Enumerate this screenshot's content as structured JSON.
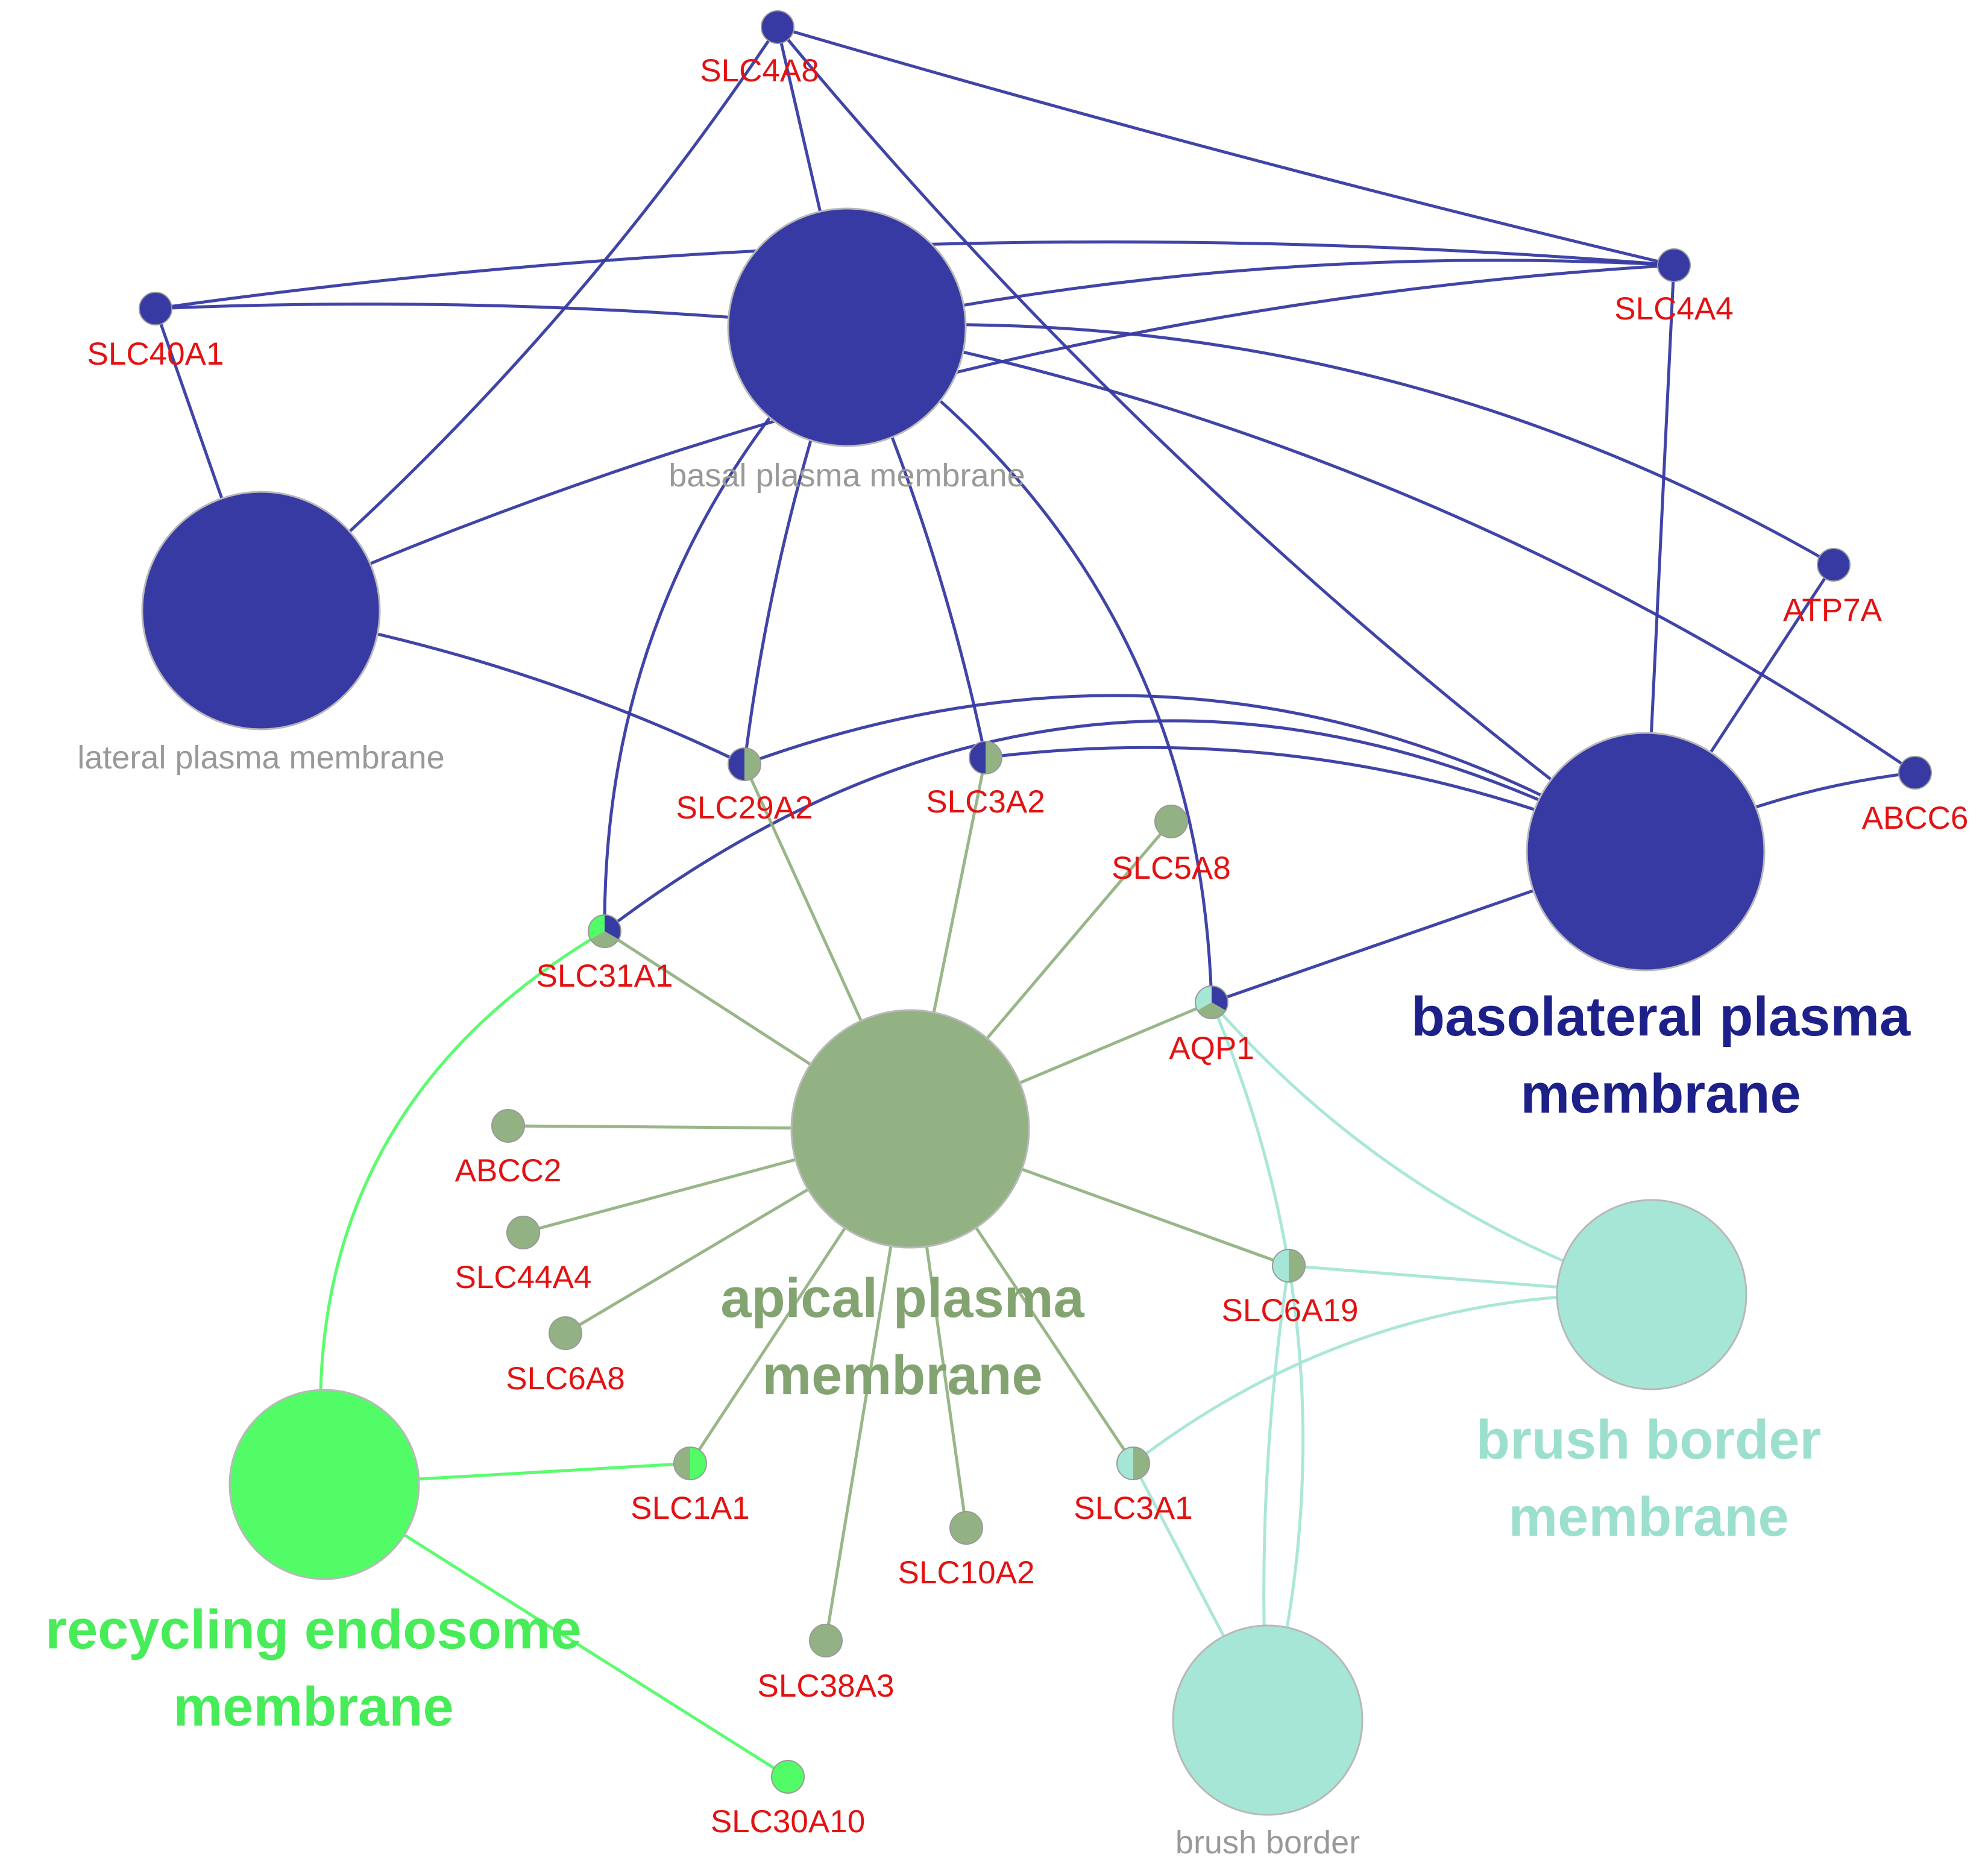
{
  "colors": {
    "basolateral": "#373AA2",
    "apical": "#93B283",
    "brush": "#A6E6D6",
    "recycling": "#52FC66",
    "gene_label": "#E31212",
    "small_term_label": "#999999",
    "label_basolateral": "#1D2088",
    "label_apical": "#83A471",
    "label_brush": "#9CDFCE",
    "label_recycling": "#48EC58"
  },
  "terms": [
    {
      "id": "basal",
      "label": "basal plasma membrane",
      "lines": [
        "basal plasma membrane"
      ],
      "group": "basolateral",
      "style": "small"
    },
    {
      "id": "lateral",
      "label": "lateral plasma membrane",
      "lines": [
        "lateral plasma membrane"
      ],
      "group": "basolateral",
      "style": "small"
    },
    {
      "id": "basolateral",
      "label": "basolateral plasma membrane",
      "lines": [
        "basolateral plasma",
        "membrane"
      ],
      "group": "basolateral",
      "style": "big"
    },
    {
      "id": "apical",
      "label": "apical plasma membrane",
      "lines": [
        "apical plasma",
        "membrane"
      ],
      "group": "apical",
      "style": "big"
    },
    {
      "id": "brushmem",
      "label": "brush border membrane",
      "lines": [
        "brush border",
        "membrane"
      ],
      "group": "brush",
      "style": "big"
    },
    {
      "id": "brush",
      "label": "brush border",
      "lines": [
        "brush border"
      ],
      "group": "brush",
      "style": "small"
    },
    {
      "id": "recycling",
      "label": "recycling endosome membrane",
      "lines": [
        "recycling endosome",
        "membrane"
      ],
      "group": "recycling",
      "style": "big"
    }
  ],
  "genes": [
    {
      "id": "SLC4A8",
      "label": "SLC4A8",
      "groups": [
        "basolateral"
      ]
    },
    {
      "id": "SLC40A1",
      "label": "SLC40A1",
      "groups": [
        "basolateral"
      ]
    },
    {
      "id": "SLC4A4",
      "label": "SLC4A4",
      "groups": [
        "basolateral"
      ]
    },
    {
      "id": "ATP7A",
      "label": "ATP7A",
      "groups": [
        "basolateral"
      ]
    },
    {
      "id": "ABCC6",
      "label": "ABCC6",
      "groups": [
        "basolateral"
      ]
    },
    {
      "id": "SLC29A2",
      "label": "SLC29A2",
      "groups": [
        "basolateral",
        "apical"
      ]
    },
    {
      "id": "SLC3A2",
      "label": "SLC3A2",
      "groups": [
        "basolateral",
        "apical"
      ]
    },
    {
      "id": "SLC5A8",
      "label": "SLC5A8",
      "groups": [
        "apical"
      ]
    },
    {
      "id": "SLC31A1",
      "label": "SLC31A1",
      "groups": [
        "basolateral",
        "apical",
        "recycling"
      ]
    },
    {
      "id": "AQP1",
      "label": "AQP1",
      "groups": [
        "basolateral",
        "apical",
        "brush"
      ]
    },
    {
      "id": "ABCC2",
      "label": "ABCC2",
      "groups": [
        "apical"
      ]
    },
    {
      "id": "SLC44A4",
      "label": "SLC44A4",
      "groups": [
        "apical"
      ]
    },
    {
      "id": "SLC6A8",
      "label": "SLC6A8",
      "groups": [
        "apical"
      ]
    },
    {
      "id": "SLC6A19",
      "label": "SLC6A19",
      "groups": [
        "brush",
        "apical"
      ]
    },
    {
      "id": "SLC1A1",
      "label": "SLC1A1",
      "groups": [
        "apical",
        "recycling"
      ]
    },
    {
      "id": "SLC10A2",
      "label": "SLC10A2",
      "groups": [
        "apical"
      ]
    },
    {
      "id": "SLC3A1",
      "label": "SLC3A1",
      "groups": [
        "brush",
        "apical"
      ]
    },
    {
      "id": "SLC38A3",
      "label": "SLC38A3",
      "groups": [
        "apical"
      ]
    },
    {
      "id": "SLC30A10",
      "label": "SLC30A10",
      "groups": [
        "recycling"
      ]
    }
  ],
  "edges": [
    {
      "from": "SLC4A8",
      "to": "basal",
      "group": "basolateral"
    },
    {
      "from": "SLC4A8",
      "to": "lateral",
      "group": "basolateral"
    },
    {
      "from": "SLC4A8",
      "to": "basolateral",
      "group": "basolateral"
    },
    {
      "from": "SLC4A8",
      "to": "SLC4A4",
      "group": "basolateral"
    },
    {
      "from": "SLC40A1",
      "to": "basal",
      "group": "basolateral"
    },
    {
      "from": "SLC40A1",
      "to": "lateral",
      "group": "basolateral"
    },
    {
      "from": "SLC40A1",
      "to": "SLC4A4",
      "group": "basolateral"
    },
    {
      "from": "SLC4A4",
      "to": "basal",
      "group": "basolateral"
    },
    {
      "from": "SLC4A4",
      "to": "lateral",
      "group": "basolateral"
    },
    {
      "from": "SLC4A4",
      "to": "basolateral",
      "group": "basolateral"
    },
    {
      "from": "ATP7A",
      "to": "basal",
      "group": "basolateral"
    },
    {
      "from": "ATP7A",
      "to": "basolateral",
      "group": "basolateral"
    },
    {
      "from": "ABCC6",
      "to": "basal",
      "group": "basolateral"
    },
    {
      "from": "ABCC6",
      "to": "basolateral",
      "group": "basolateral"
    },
    {
      "from": "SLC29A2",
      "to": "basal",
      "group": "basolateral"
    },
    {
      "from": "SLC29A2",
      "to": "lateral",
      "group": "basolateral"
    },
    {
      "from": "SLC29A2",
      "to": "basolateral",
      "group": "basolateral"
    },
    {
      "from": "SLC3A2",
      "to": "basal",
      "group": "basolateral"
    },
    {
      "from": "SLC3A2",
      "to": "basolateral",
      "group": "basolateral"
    },
    {
      "from": "SLC31A1",
      "to": "basal",
      "group": "basolateral"
    },
    {
      "from": "SLC31A1",
      "to": "basolateral",
      "group": "basolateral"
    },
    {
      "from": "AQP1",
      "to": "basal",
      "group": "basolateral"
    },
    {
      "from": "AQP1",
      "to": "basolateral",
      "group": "basolateral"
    },
    {
      "from": "apical",
      "to": "SLC29A2",
      "group": "apical"
    },
    {
      "from": "apical",
      "to": "SLC3A2",
      "group": "apical"
    },
    {
      "from": "apical",
      "to": "SLC5A8",
      "group": "apical"
    },
    {
      "from": "apical",
      "to": "SLC31A1",
      "group": "apical"
    },
    {
      "from": "apical",
      "to": "AQP1",
      "group": "apical"
    },
    {
      "from": "apical",
      "to": "ABCC2",
      "group": "apical"
    },
    {
      "from": "apical",
      "to": "SLC44A4",
      "group": "apical"
    },
    {
      "from": "apical",
      "to": "SLC6A8",
      "group": "apical"
    },
    {
      "from": "apical",
      "to": "SLC6A19",
      "group": "apical"
    },
    {
      "from": "apical",
      "to": "SLC1A1",
      "group": "apical"
    },
    {
      "from": "apical",
      "to": "SLC10A2",
      "group": "apical"
    },
    {
      "from": "apical",
      "to": "SLC38A3",
      "group": "apical"
    },
    {
      "from": "apical",
      "to": "SLC3A1",
      "group": "apical"
    },
    {
      "from": "AQP1",
      "to": "brushmem",
      "group": "brush"
    },
    {
      "from": "AQP1",
      "to": "brush",
      "group": "brush"
    },
    {
      "from": "SLC6A19",
      "to": "brushmem",
      "group": "brush"
    },
    {
      "from": "SLC6A19",
      "to": "brush",
      "group": "brush"
    },
    {
      "from": "SLC3A1",
      "to": "brushmem",
      "group": "brush"
    },
    {
      "from": "SLC3A1",
      "to": "brush",
      "group": "brush"
    },
    {
      "from": "recycling",
      "to": "SLC31A1",
      "group": "recycling"
    },
    {
      "from": "recycling",
      "to": "SLC1A1",
      "group": "recycling"
    },
    {
      "from": "recycling",
      "to": "SLC30A10",
      "group": "recycling"
    }
  ]
}
